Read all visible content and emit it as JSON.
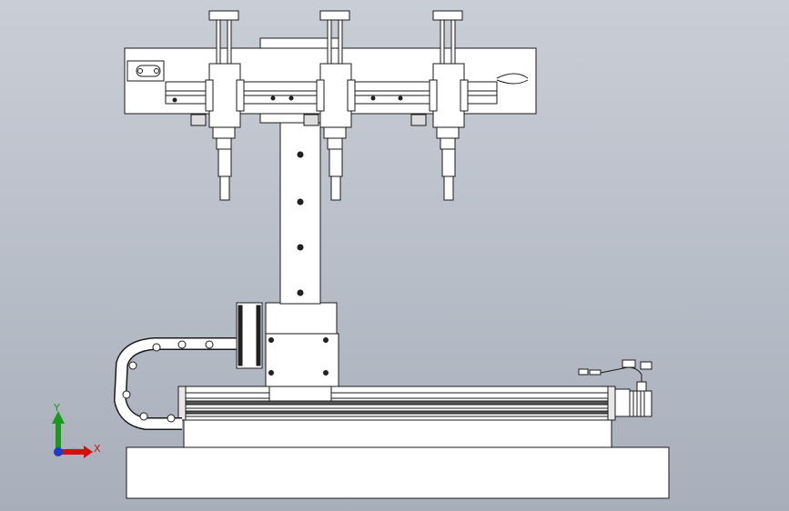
{
  "viewport": {
    "background_top": "#c9ced6",
    "background_bottom": "#a9afba",
    "line_color": "#1a1a1a",
    "part_fill": "#ffffff"
  },
  "axis_triad": {
    "x_label": "X",
    "y_label": "Y",
    "x_color": "#d11010",
    "y_color": "#1a9a1a",
    "z_color": "#1e3ccc"
  },
  "assembly": {
    "gripper_count": 3
  }
}
